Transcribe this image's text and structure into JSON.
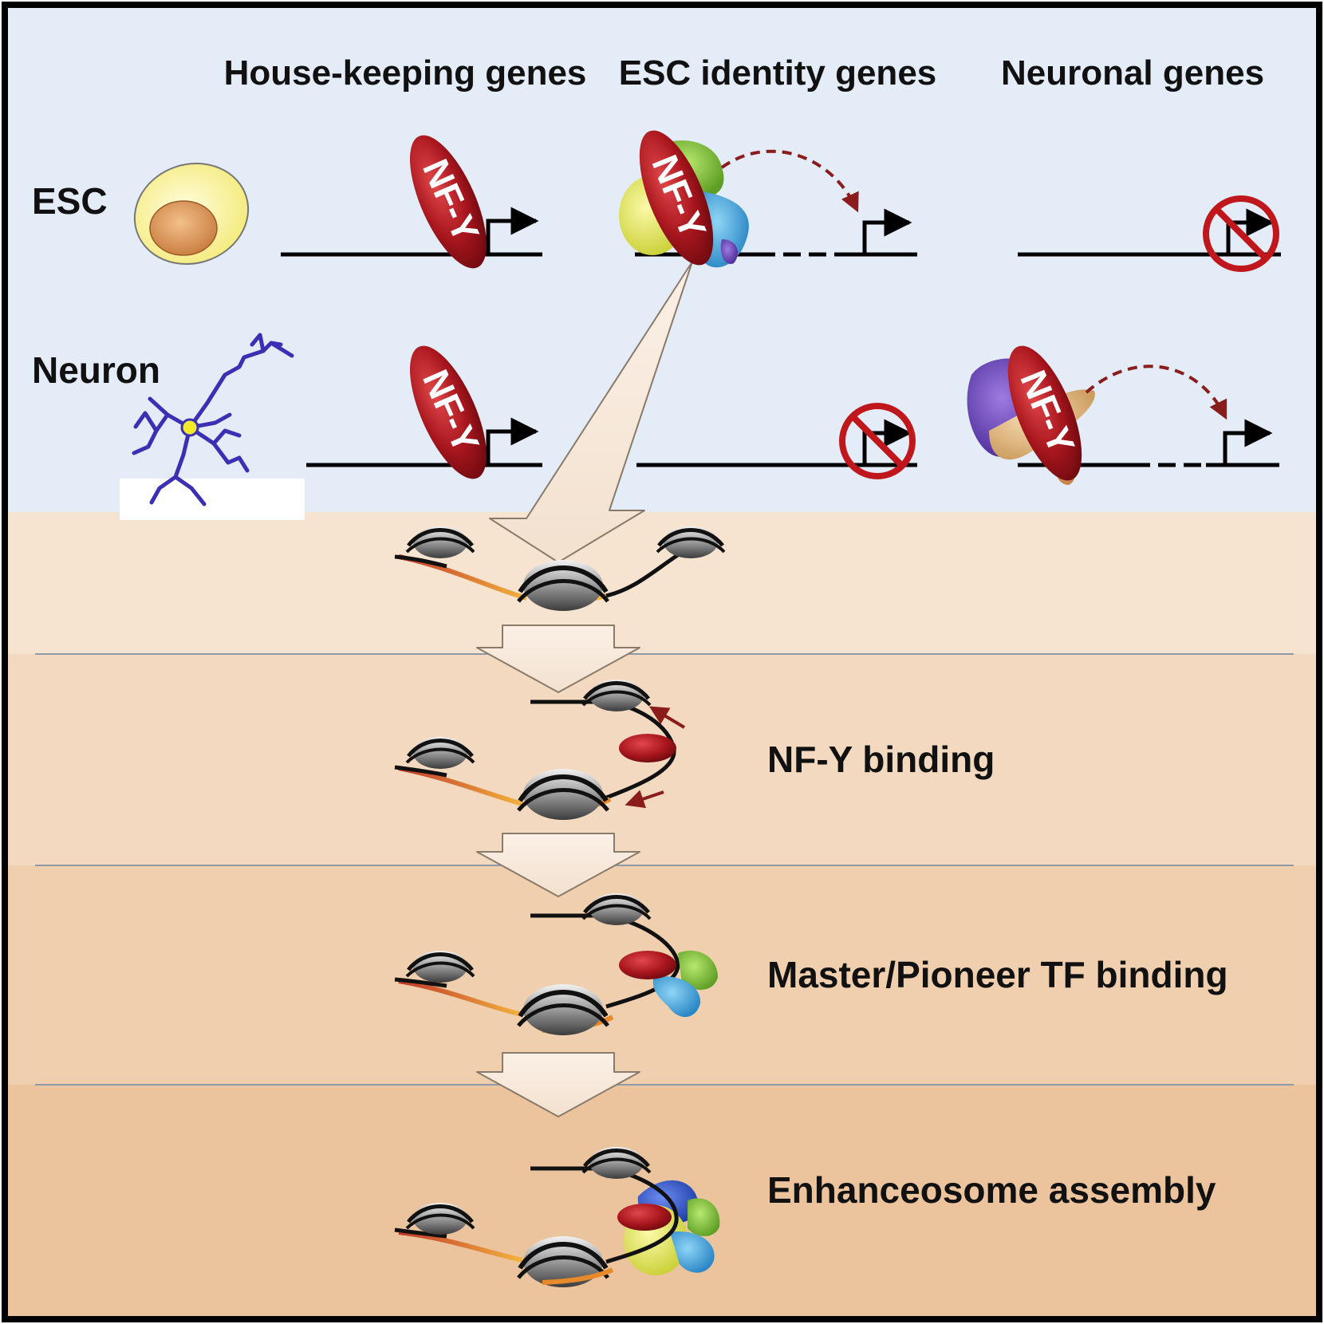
{
  "columns": {
    "housekeeping": "House-keeping genes",
    "esc_identity": "ESC identity genes",
    "neuronal": "Neuronal genes"
  },
  "rows": {
    "esc": "ESC",
    "neuron": "Neuron"
  },
  "protein_label": "NF-Y",
  "steps": {
    "nfy_binding": "NF-Y binding",
    "master_binding": "Master/Pioneer TF binding",
    "enhanceosome": "Enhanceosome assembly"
  },
  "colors": {
    "top_panel": "#e3ecf7",
    "band1": "#f7e4d0",
    "band2": "#f3d9bf",
    "band3": "#efcfae",
    "band4": "#ebc39c",
    "nfy_red": "#a8161d",
    "dashed_arrow": "#8a1c1c",
    "no_sign": "#c0171d"
  }
}
